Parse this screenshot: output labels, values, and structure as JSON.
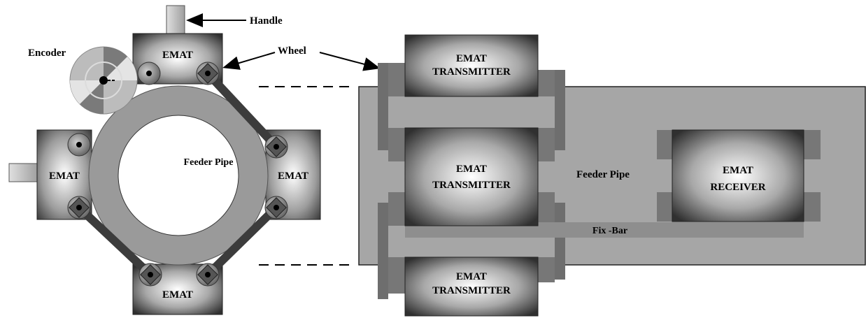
{
  "labels": {
    "handle": "Handle",
    "encoder": "Encoder",
    "wheel": "Wheel",
    "feeder_pipe_left": "Feeder Pipe",
    "feeder_pipe_right": "Feeder Pipe",
    "fix_bar": "Fix -Bar"
  },
  "left_view": {
    "emat_top": "EMAT",
    "emat_left": "EMAT",
    "emat_right": "EMAT",
    "emat_bottom": "EMAT"
  },
  "right_view": {
    "transmitters": [
      {
        "line1": "EMAT",
        "line2": "TRANSMITTER"
      },
      {
        "line1": "EMAT",
        "line2": "TRANSMITTER"
      },
      {
        "line1": "EMAT",
        "line2": "TRANSMITTER"
      }
    ],
    "receiver": {
      "line1": "EMAT",
      "line2": "RECEIVER"
    }
  },
  "colors": {
    "pipe_ring": "#9a9a9a",
    "plate": "#a6a6a6",
    "bracket": "#6e6e6e",
    "arm": "#3c3c3c",
    "wheel": "#8a8a8a"
  }
}
